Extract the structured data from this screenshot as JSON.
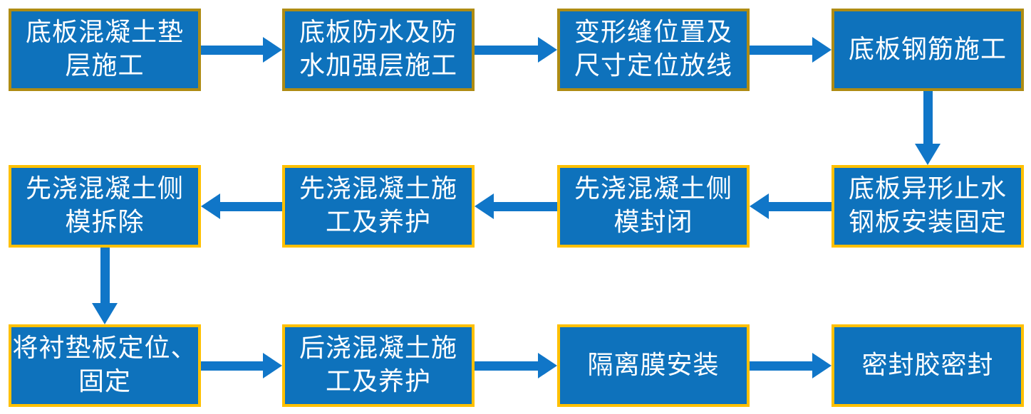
{
  "diagram": {
    "type": "flowchart",
    "colors": {
      "box_fill": "#0E72BC",
      "arrow": "#1076C8",
      "border_dark_gold": "#AF8C13",
      "border_bright_yellow": "#FFC000",
      "text": "#FFFFFF",
      "background": "#FFFFFF"
    },
    "nodes": [
      {
        "id": 1,
        "label": "底板混凝土垫\n层施工"
      },
      {
        "id": 2,
        "label": "底板防水及防\n水加强层施工"
      },
      {
        "id": 3,
        "label": "变形缝位置及\n尺寸定位放线"
      },
      {
        "id": 4,
        "label": "底板钢筋施工"
      },
      {
        "id": 5,
        "label": "底板异形止水\n钢板安装固定"
      },
      {
        "id": 6,
        "label": "先浇混凝土侧\n模封闭"
      },
      {
        "id": 7,
        "label": "先浇混凝土施\n工及养护"
      },
      {
        "id": 8,
        "label": "先浇混凝土侧\n模拆除"
      },
      {
        "id": 9,
        "label": "将衬垫板定位、\n固定"
      },
      {
        "id": 10,
        "label": "后浇混凝土施\n工及养护"
      },
      {
        "id": 11,
        "label": "隔离膜安装"
      },
      {
        "id": 12,
        "label": "密封胶密封"
      }
    ],
    "edges": [
      {
        "from": 1,
        "to": 2,
        "direction": "right"
      },
      {
        "from": 2,
        "to": 3,
        "direction": "right"
      },
      {
        "from": 3,
        "to": 4,
        "direction": "right"
      },
      {
        "from": 4,
        "to": 5,
        "direction": "down"
      },
      {
        "from": 5,
        "to": 6,
        "direction": "left"
      },
      {
        "from": 6,
        "to": 7,
        "direction": "left"
      },
      {
        "from": 7,
        "to": 8,
        "direction": "left"
      },
      {
        "from": 8,
        "to": 9,
        "direction": "down"
      },
      {
        "from": 9,
        "to": 10,
        "direction": "right"
      },
      {
        "from": 10,
        "to": 11,
        "direction": "right"
      },
      {
        "from": 11,
        "to": 12,
        "direction": "right"
      }
    ]
  }
}
